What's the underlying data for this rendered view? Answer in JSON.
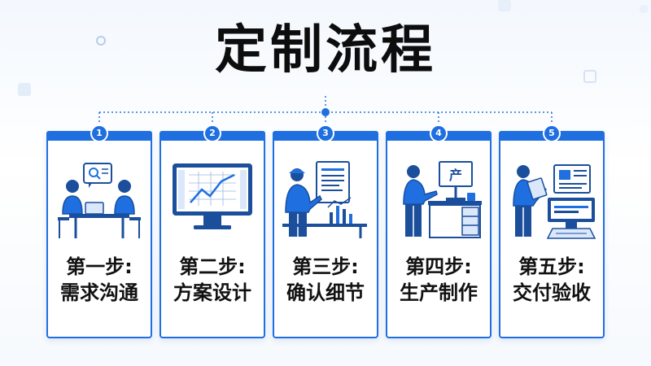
{
  "title": "定制流程",
  "colors": {
    "accent": "#1f6fe0",
    "dark": "#1b4f9c",
    "light": "#dbe8fb",
    "text": "#111111"
  },
  "steps": [
    {
      "number": "1",
      "step_label": "第一步:",
      "name": "需求沟通",
      "icon": "meeting-icon"
    },
    {
      "number": "2",
      "step_label": "第二步:",
      "name": "方案设计",
      "icon": "monitor-chart-icon"
    },
    {
      "number": "3",
      "step_label": "第三步:",
      "name": "确认细节",
      "icon": "review-document-icon"
    },
    {
      "number": "4",
      "step_label": "第四步:",
      "name": "生产制作",
      "icon": "production-icon"
    },
    {
      "number": "5",
      "step_label": "第五步:",
      "name": "交付验收",
      "icon": "delivery-icon"
    }
  ],
  "illustration_text": {
    "production_sign": "产"
  }
}
